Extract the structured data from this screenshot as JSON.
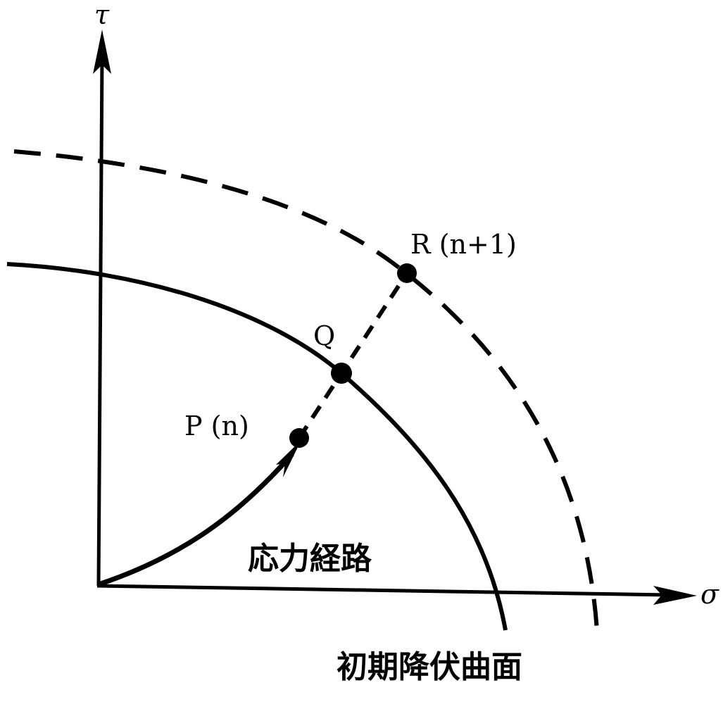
{
  "axes": {
    "y_label": "τ",
    "x_label": "σ"
  },
  "points": {
    "p": "P (n)",
    "q": "Q",
    "r": "R (n+1)"
  },
  "labels": {
    "stress_path": "応力経路",
    "initial_yield_surface": "初期降伏曲面"
  },
  "colors": {
    "ink": "#000000",
    "background": "#ffffff"
  }
}
